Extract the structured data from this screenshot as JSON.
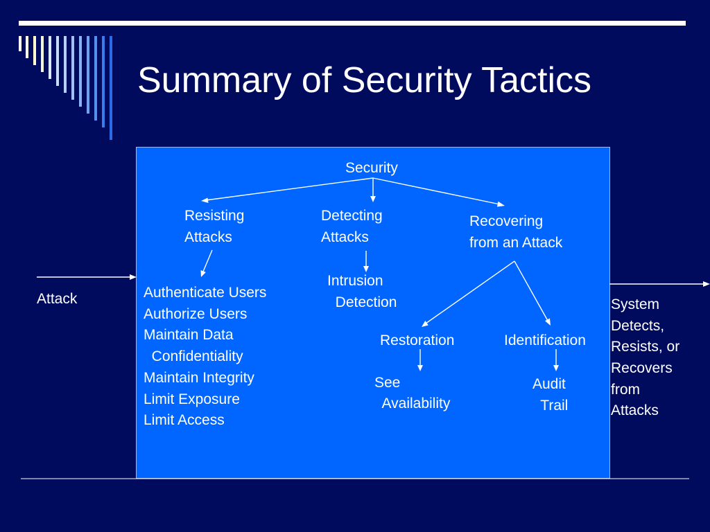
{
  "slide": {
    "title": "Summary of Security Tactics"
  },
  "diagram": {
    "root": "Security",
    "resisting": {
      "heading": [
        "Resisting",
        "Attacks"
      ],
      "tactics": [
        "Authenticate Users",
        "Authorize Users",
        "Maintain Data",
        "  Confidentiality",
        "Maintain Integrity",
        "Limit Exposure",
        "Limit Access"
      ]
    },
    "detecting": {
      "heading": [
        "Detecting",
        "Attacks"
      ],
      "tactics": [
        "Intrusion",
        "  Detection"
      ]
    },
    "recovering": {
      "heading": [
        "Recovering",
        "from an Attack"
      ]
    },
    "restoration": {
      "heading": "Restoration",
      "tactics": [
        "See",
        "  Availability"
      ]
    },
    "identification": {
      "heading": "Identification",
      "tactics": [
        "Audit",
        "  Trail"
      ]
    },
    "input": "Attack",
    "output": [
      "System",
      "Detects,",
      "Resists, or",
      "Recovers",
      "from",
      "Attacks"
    ]
  },
  "colors": {
    "background": "#000b5e",
    "panel": "#0066ff",
    "text": "#ffffff"
  }
}
